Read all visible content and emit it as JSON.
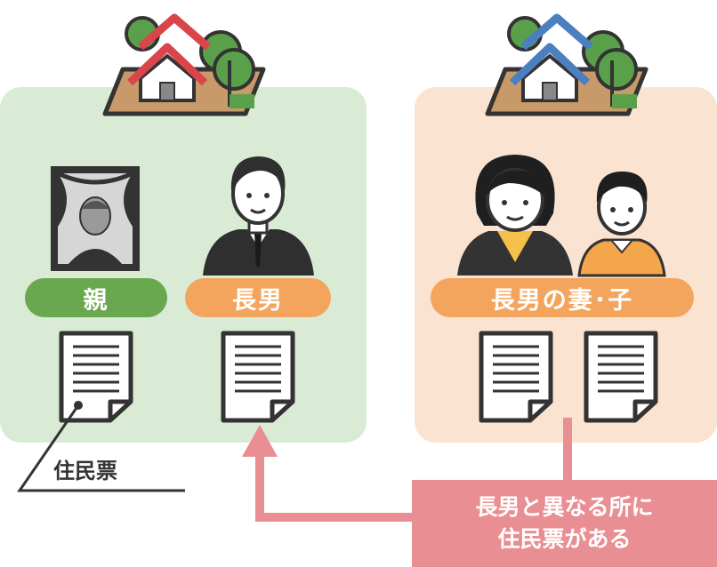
{
  "labels": {
    "parent": "親",
    "son": "長男",
    "wife_child": "長男の妻･子",
    "resident_record": "住民票"
  },
  "callout": {
    "line1": "長男と異なる所に",
    "line2": "住民票がある"
  },
  "colors": {
    "green_panel": "#d9ebd4",
    "orange_panel": "#fbe3d1",
    "green_pill": "#6aa84f",
    "orange_pill": "#f4a55d",
    "arrow_pink": "#e98f93",
    "roof_red": "#d9454b",
    "roof_blue": "#4a7fc0"
  },
  "icons": [
    "house-red-roof-icon",
    "house-blue-roof-icon",
    "memorial-portrait-icon",
    "man-icon",
    "woman-icon",
    "boy-icon",
    "document-icon"
  ]
}
